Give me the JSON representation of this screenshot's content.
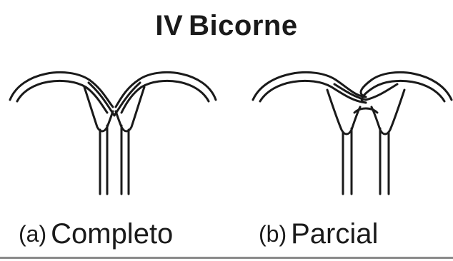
{
  "title": {
    "numeral": "IV",
    "text": "Bicorne"
  },
  "panels": [
    {
      "tag": "(a)",
      "label": "Completo"
    },
    {
      "tag": "(b)",
      "label": "Parcial"
    }
  ],
  "colors": {
    "ink": "#1a1a1a",
    "background": "#ffffff",
    "rule": "#8a8a8a"
  }
}
